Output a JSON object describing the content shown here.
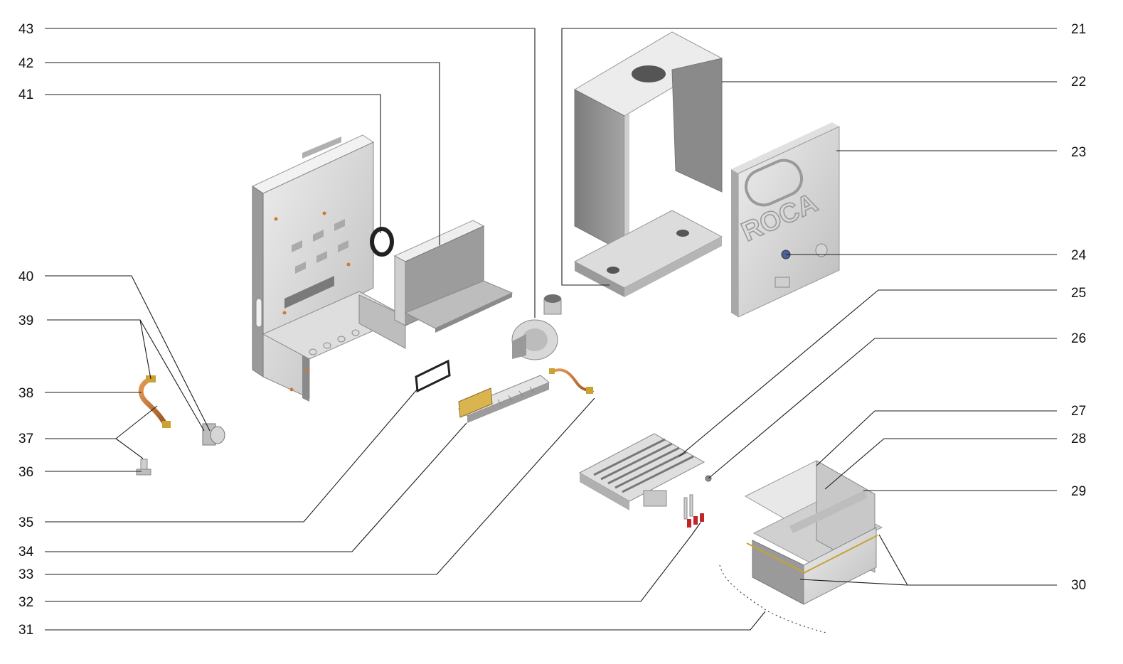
{
  "diagram": {
    "left_labels": [
      "43",
      "42",
      "41",
      "40",
      "39",
      "38",
      "37",
      "36",
      "35",
      "34",
      "33",
      "32",
      "31"
    ],
    "right_labels": [
      "21",
      "22",
      "23",
      "24",
      "25",
      "26",
      "27",
      "28",
      "29",
      "30"
    ],
    "logo_text": "ROCA"
  },
  "colors": {
    "panel_light": "#e4e4e4",
    "panel_mid": "#c9c9c9",
    "panel_dark": "#8e8e8e",
    "copper": "#c77a3a",
    "brass": "#c9a233",
    "red": "#c0252a",
    "leader": "#1a1a1a"
  }
}
